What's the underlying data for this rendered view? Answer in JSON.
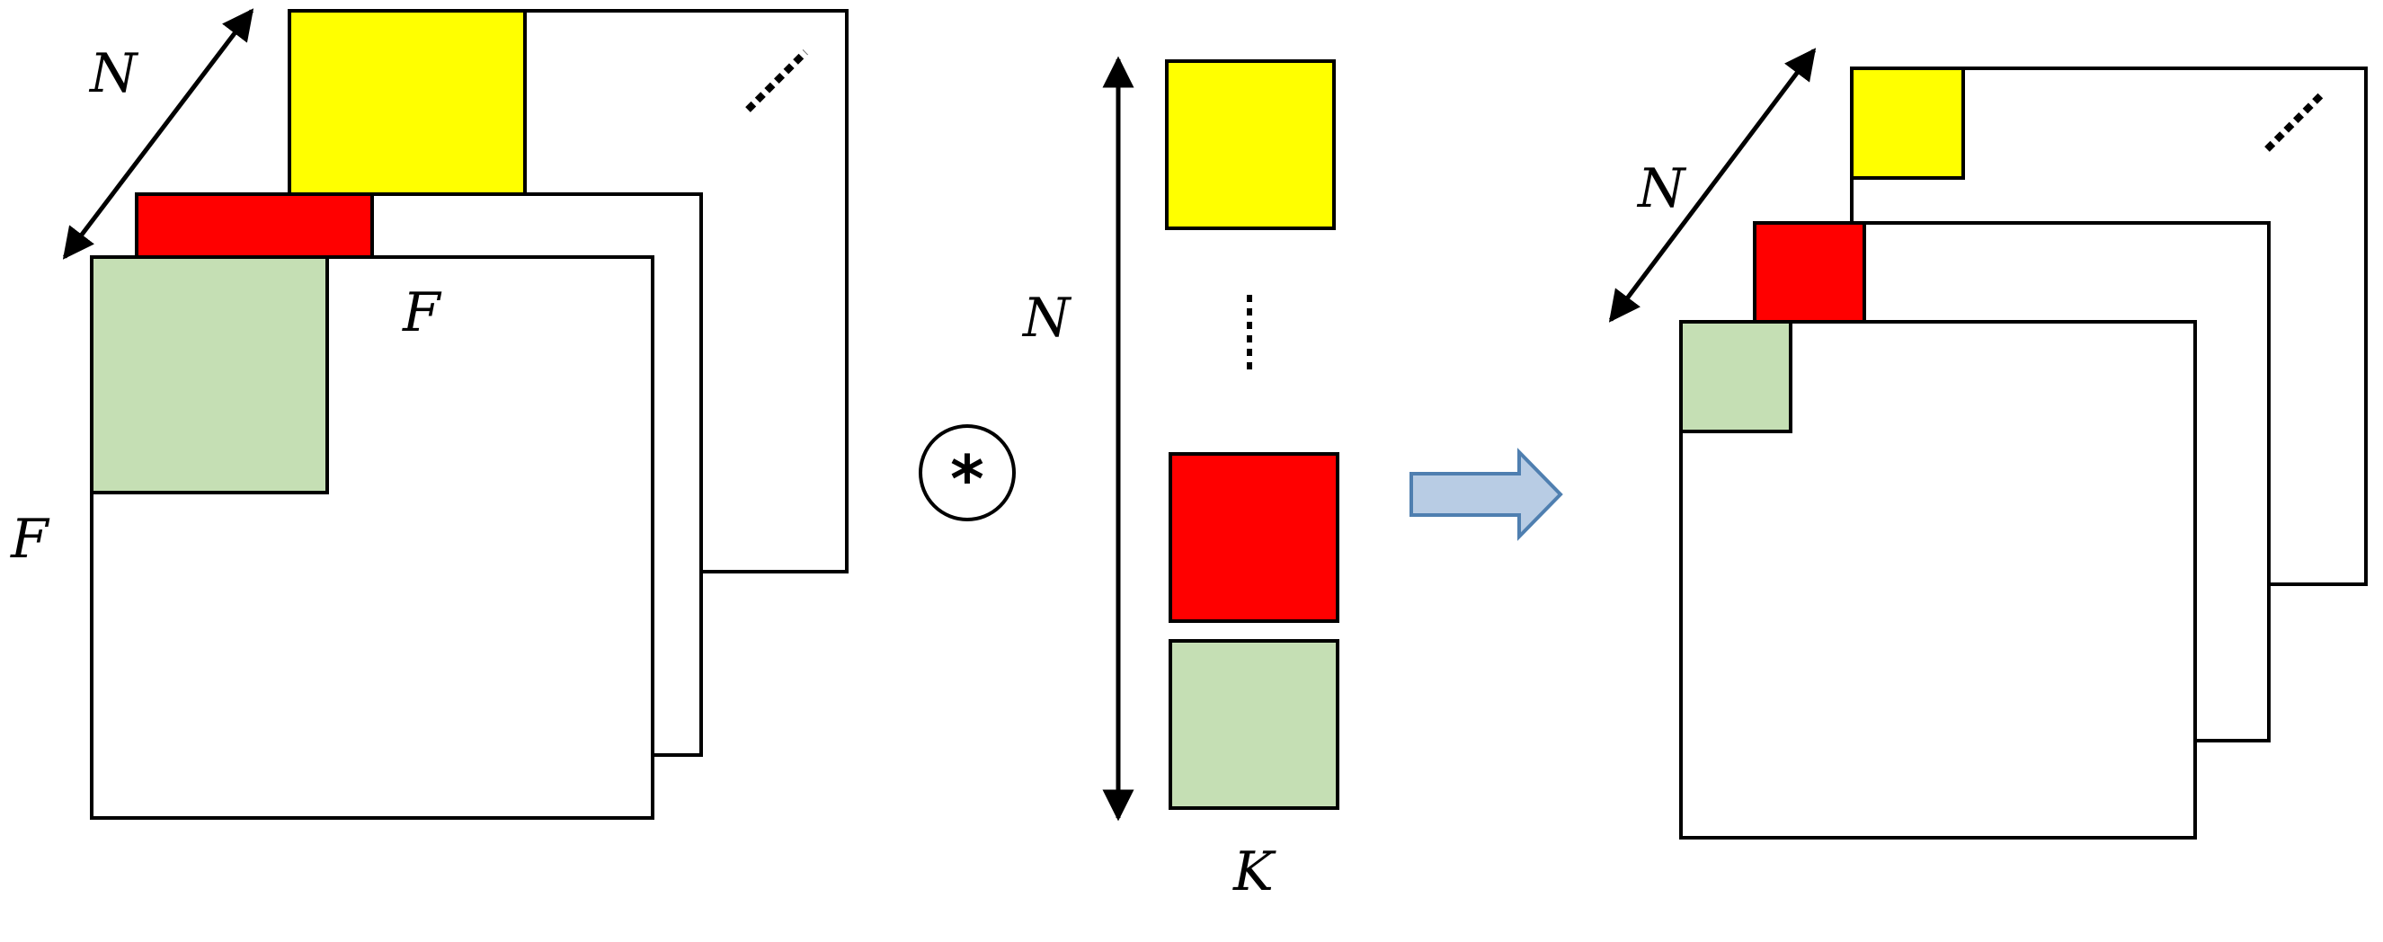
{
  "labels": {
    "left_depth": "N",
    "left_width": "F",
    "left_height": "F",
    "kernel_count": "N",
    "kernel_size": "K",
    "right_depth": "N"
  },
  "operator_symbol": "*",
  "colors": {
    "yellow": "#FFFF00",
    "red": "#FF0000",
    "green": "#C5DFB4",
    "arrow_fill": "#B8CCE4",
    "arrow_stroke": "#4F7FB0",
    "stroke": "#000000"
  }
}
